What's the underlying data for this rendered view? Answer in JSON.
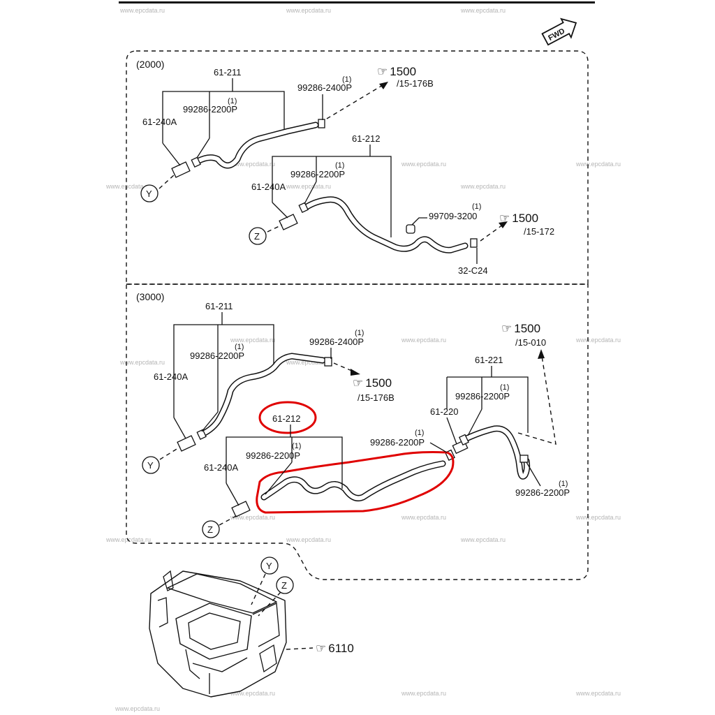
{
  "watermark": "www.epcdata.ru",
  "fwd_label": "FWD",
  "sections": {
    "s2000": "(2000)",
    "s3000": "(3000)"
  },
  "top": {
    "p61_211": "61-211",
    "p61_240A_y": "61-240A",
    "clamp_y_qty": "(1)",
    "clamp_y": "99286-2200P",
    "clamp_out_qty": "(1)",
    "clamp_out": "99286-2400P",
    "ref1_num": "1500",
    "ref1_sub": "/15-176B",
    "p61_212": "61-212",
    "clamp_z_qty": "(1)",
    "clamp_z": "99286-2200P",
    "p61_240A_z": "61-240A",
    "clip_qty": "(1)",
    "clip": "99709-3200",
    "ref2_num": "1500",
    "ref2_sub": "/15-172",
    "p32_C24": "32-C24",
    "y": "Y",
    "z": "Z"
  },
  "bottom": {
    "p61_211": "61-211",
    "p61_240A_y": "61-240A",
    "clamp_y_qty": "(1)",
    "clamp_y": "99286-2200P",
    "clamp_out_qty": "(1)",
    "clamp_out": "99286-2400P",
    "ref1_num": "1500",
    "ref1_sub": "/15-176B",
    "ref3_num": "1500",
    "ref3_sub": "/15-010",
    "p61_221": "61-221",
    "clamp_r1_qty": "(1)",
    "clamp_r1": "99286-2200P",
    "p61_220": "61-220",
    "clamp_m_qty": "(1)",
    "clamp_m": "99286-2200P",
    "p61_212": "61-212",
    "clamp_z_qty": "(1)",
    "clamp_z": "99286-2200P",
    "p61_240A_z": "61-240A",
    "clamp_r2_qty": "(1)",
    "clamp_r2": "99286-2200P",
    "y": "Y",
    "z": "Z"
  },
  "unit": {
    "y": "Y",
    "z": "Z",
    "ref_num": "6110"
  },
  "highlight_color": "#e00000"
}
